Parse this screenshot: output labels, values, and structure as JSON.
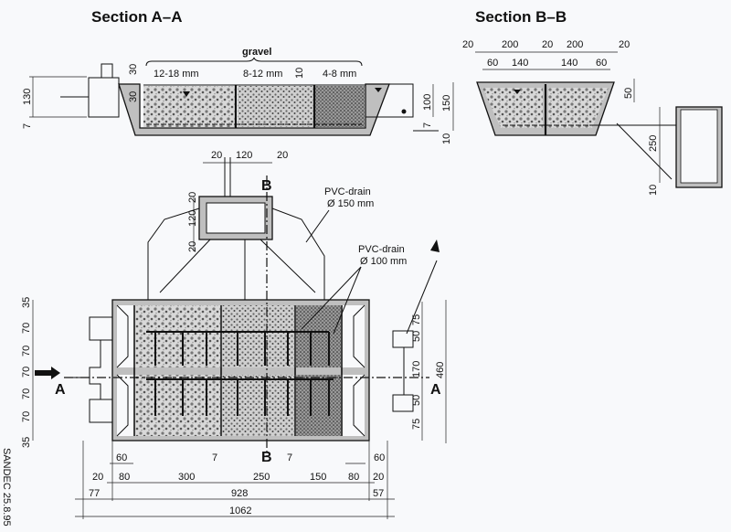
{
  "titles": {
    "section_aa": "Section A–A",
    "section_bb": "Section B–B"
  },
  "section_aa": {
    "gravel_label": "gravel",
    "zones": [
      "12-18 mm",
      "8-12 mm",
      "4-8 mm"
    ],
    "dims": {
      "height_left": "130",
      "bottom_left": "7",
      "top_30a": "30",
      "top_30b": "30",
      "gap_10": "10",
      "outlet_100": "100",
      "bottom_right": "7",
      "depth_150": "150",
      "base_10": "10"
    }
  },
  "section_bb": {
    "dims_row1": [
      "20",
      "200",
      "20",
      "200",
      "20"
    ],
    "dims_row2": [
      "60",
      "140",
      "140",
      "60"
    ],
    "freeboard": "50",
    "drop": "250",
    "base": "10"
  },
  "plan": {
    "manhole_dims_top": [
      "20",
      "120",
      "20"
    ],
    "manhole_dims_side": [
      "20",
      "120",
      "20"
    ],
    "section_marker_b": "B",
    "section_marker_a": "A",
    "pvc_150": {
      "line1": "PVC-drain",
      "line2": "Ø 150 mm"
    },
    "pvc_100": {
      "line1": "PVC-drain",
      "line2": "Ø 100 mm"
    },
    "left_dims": [
      "35",
      "70",
      "70",
      "70",
      "70",
      "70",
      "35"
    ],
    "right_dims": [
      "75",
      "50",
      "170",
      "50",
      "75"
    ],
    "total_width": "460",
    "bottom_row1": [
      "60",
      "7",
      "7",
      "60"
    ],
    "bottom_row2": [
      "20",
      "80",
      "300",
      "250",
      "150",
      "80",
      "20"
    ],
    "bottom_row3": [
      "77",
      "928",
      "57"
    ],
    "bottom_total": "1062"
  },
  "credit": "SANDEC 25.8.95"
}
